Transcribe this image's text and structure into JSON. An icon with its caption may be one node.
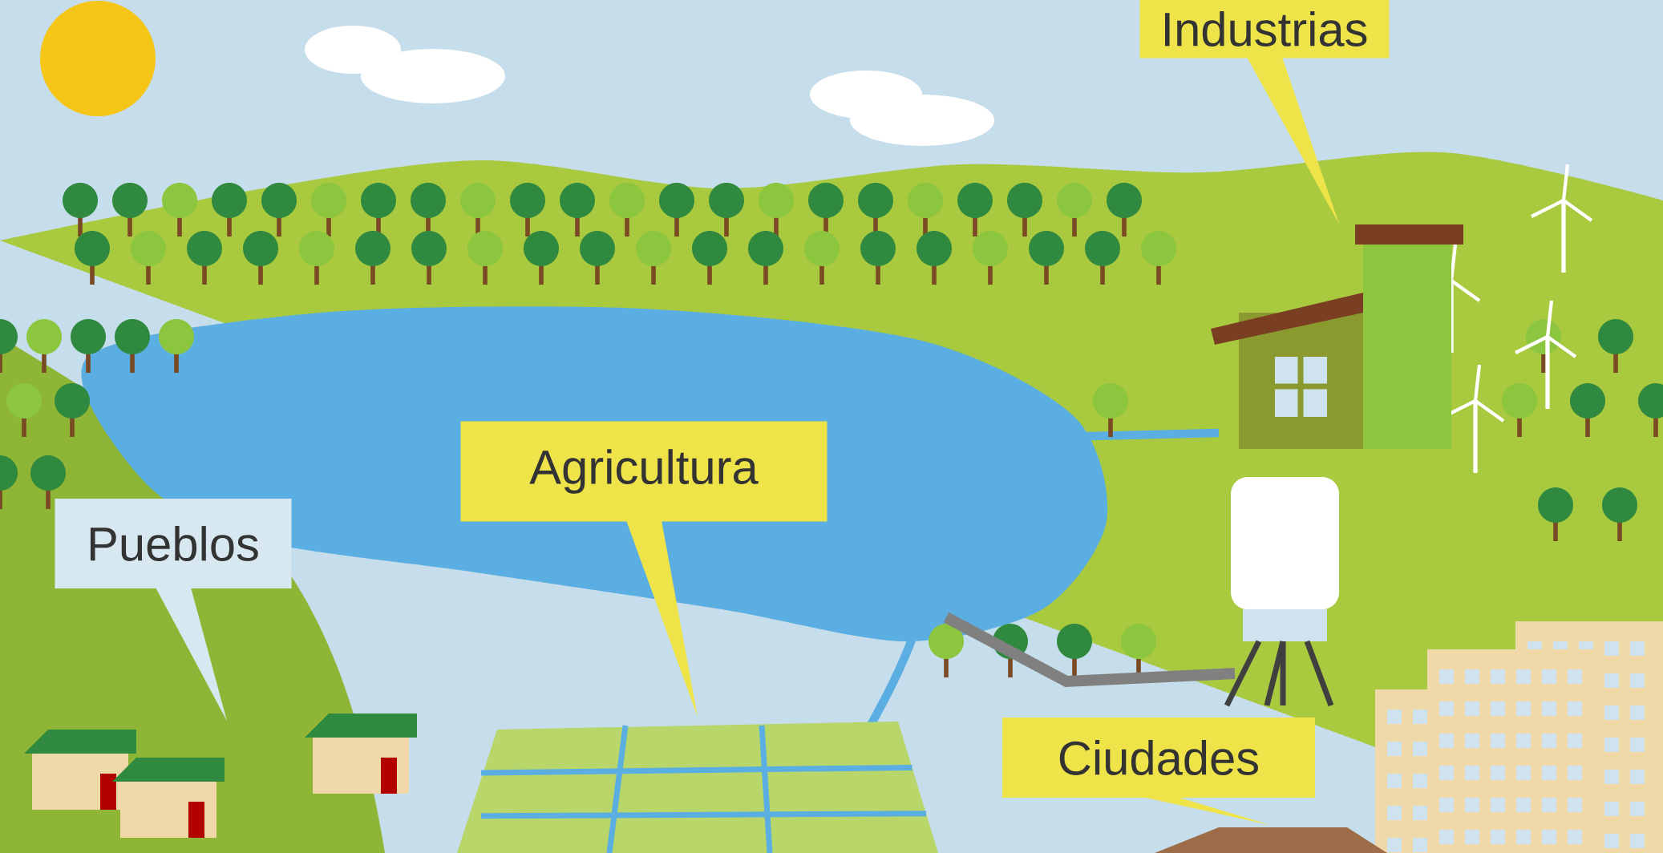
{
  "diagram": {
    "nodes": [
      {
        "text": [
          "Industrias"
        ]
      },
      {
        "text": [
          "Agricultura"
        ]
      },
      {
        "text": [
          "Pueblos"
        ]
      },
      {
        "text": [
          "Ciudades"
        ]
      },
      {
        "text": [],
        "shape": "picture"
      },
      {
        "text": [],
        "shape": "picture"
      },
      {
        "text": [],
        "shape": "picture"
      },
      {
        "text": [],
        "shape": "picture"
      }
    ],
    "edges": [
      {
        "from": 0,
        "to": 4,
        "arrow": "none"
      },
      {
        "from": 1,
        "to": 5,
        "arrow": "none"
      },
      {
        "from": 2,
        "to": 6,
        "arrow": "none"
      },
      {
        "from": 3,
        "to": 7,
        "arrow": "none"
      }
    ]
  }
}
